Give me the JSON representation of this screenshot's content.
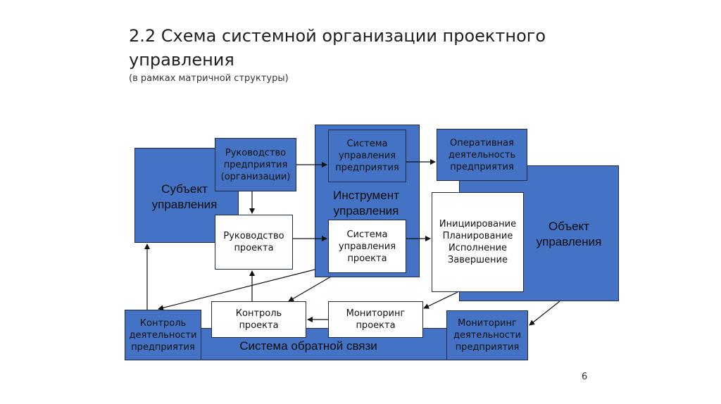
{
  "slide": {
    "title": "2.2 Схема системной организации проектного управления",
    "subtitle": "(в рамках матричной структуры)",
    "page_number": "6"
  },
  "blocks": {
    "subject": "Субъект\nуправления",
    "instrument": "Инструмент\nуправления",
    "object": "Объект\nуправления",
    "feedback": "Система обратной связи"
  },
  "boxes": {
    "enterprise_leadership": "Руководство\nпредприятия\n(организации)",
    "project_leadership": "Руководство\nпроекта",
    "enterprise_mgmt_system": "Система\nуправления\nпредприятия",
    "project_mgmt_system": "Система\nуправления\nпроекта",
    "operational_activity": "Оперативная\nдеятельность\nпредприятия",
    "lifecycle": "Инициирование\nПланирование\nИсполнение\nЗавершение",
    "enterprise_control": "Контроль\nдеятельности\nпредприятия",
    "project_control": "Контроль\nпроекта",
    "project_monitoring": "Мониторинг\nпроекта",
    "enterprise_monitoring": "Мониторинг\nдеятельности\nпредприятия"
  }
}
